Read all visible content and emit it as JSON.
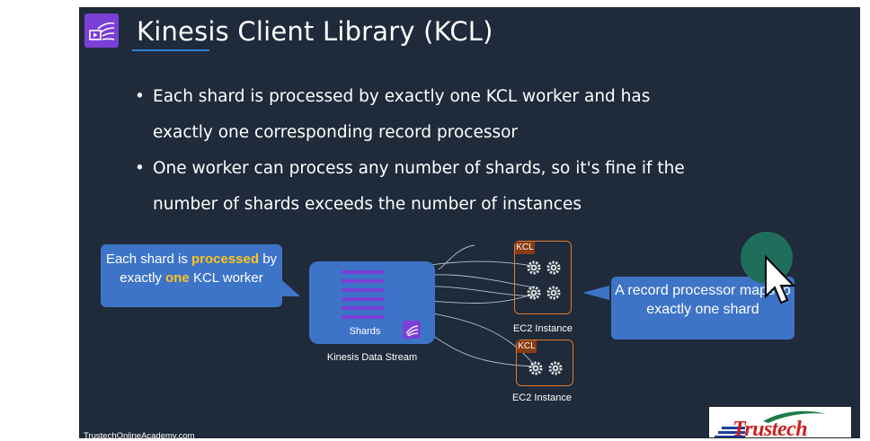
{
  "slide": {
    "title": "Kinesis Client Library (KCL)",
    "bullets": [
      {
        "dot": "•",
        "text": "Each shard is processed by exactly one KCL worker and has exactly one corresponding record processor"
      },
      {
        "dot": "•",
        "text": "One worker can process any number of shards, so it's fine if the number of shards exceeds the number of instances"
      }
    ],
    "callout_left": {
      "part1": "Each shard is ",
      "highlight1": "processed",
      "part2": " by exactly ",
      "highlight2": "one",
      "part3": " KCL worker"
    },
    "callout_right": {
      "text": "A record processor maps to exactly one shard"
    },
    "stream": {
      "shards_label": "Shards",
      "name": "Kinesis Data Stream"
    },
    "ec2": [
      {
        "kcl": "KCL",
        "label": "EC2 Instance"
      },
      {
        "kcl": "KCL",
        "label": "EC2 Instance"
      }
    ],
    "footer": "TrustechOnlineAcademy.com",
    "brand": "Trustech"
  },
  "colors": {
    "slide_bg": "#1f2a3a",
    "callout": "#3d74c7",
    "highlight": "#ffc21f",
    "kinesis_purple": "#7b3fd6",
    "ec2_border": "#e07b2d"
  }
}
